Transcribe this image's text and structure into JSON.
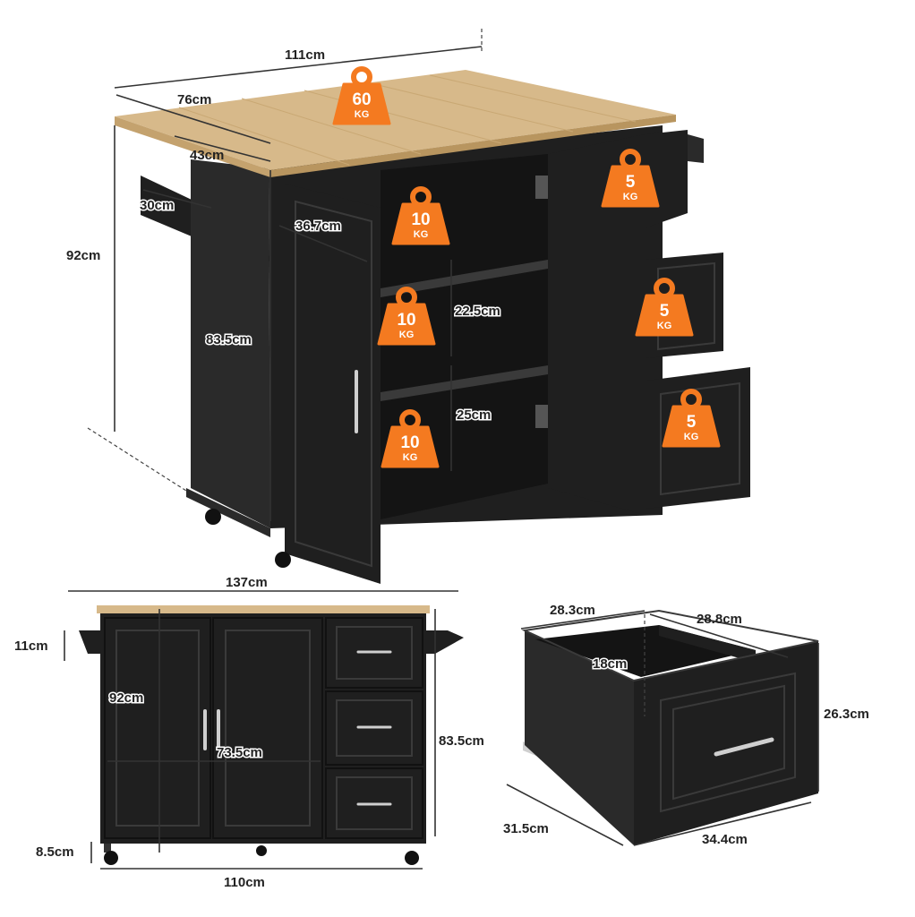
{
  "dimensions": {
    "top_width": "111cm",
    "top_depth": "76cm",
    "inner_depth": "43cm",
    "towel_bar": "30cm",
    "door_width": "36.7cm",
    "total_height": "92cm",
    "body_height": "83.5cm",
    "shelf_gap_upper": "22.5cm",
    "shelf_gap_lower": "25cm",
    "front_total_width": "137cm",
    "rack_height": "11cm",
    "front_height": "92cm",
    "cabinet_inner_width": "73.5cm",
    "front_body_height": "83.5cm",
    "caster_height": "8.5cm",
    "base_width": "110cm",
    "drawer_top_width": "28.3cm",
    "drawer_depth": "28.8cm",
    "drawer_inner_height": "18cm",
    "drawer_front_height": "26.3cm",
    "drawer_side_depth": "31.5cm",
    "drawer_front_width": "34.4cm"
  },
  "weights": {
    "top": {
      "value": "60",
      "unit": "KG"
    },
    "shelf_top": {
      "value": "10",
      "unit": "KG"
    },
    "shelf_mid": {
      "value": "10",
      "unit": "KG"
    },
    "shelf_bottom": {
      "value": "10",
      "unit": "KG"
    },
    "drawer_1": {
      "value": "5",
      "unit": "KG"
    },
    "drawer_2": {
      "value": "5",
      "unit": "KG"
    },
    "drawer_3": {
      "value": "5",
      "unit": "KG"
    }
  },
  "colors": {
    "badge": "#f47a20",
    "cabinet": "#1f1f1f",
    "wood": "#d7b98a"
  }
}
